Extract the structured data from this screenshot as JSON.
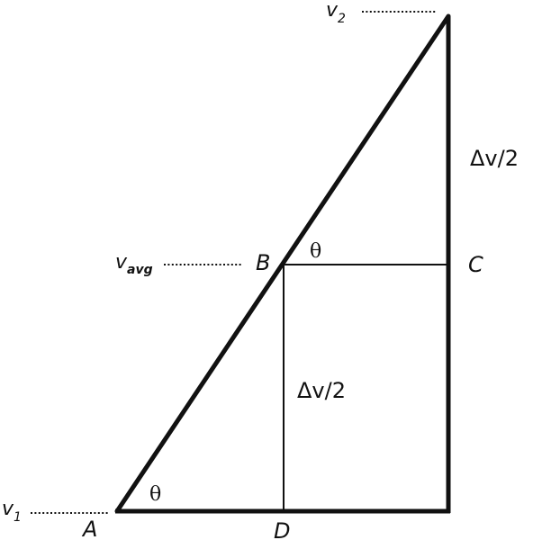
{
  "diagram": {
    "points": {
      "A": "A",
      "B": "B",
      "C": "C",
      "D": "D"
    },
    "velocity_labels": {
      "v1_base": "v",
      "v1_sub": "1",
      "v2_base": "v",
      "v2_sub": "2",
      "vavg_base": "v",
      "vavg_sub": "avg"
    },
    "angle_symbol": "θ",
    "segment_labels": {
      "upper_right": "Δv/2",
      "middle": "Δv/2"
    },
    "colors": {
      "line": "#111111",
      "background": "#ffffff"
    }
  }
}
